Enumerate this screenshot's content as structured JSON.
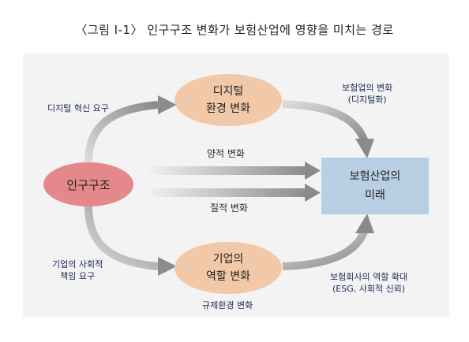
{
  "figure": {
    "title": "〈그림 Ⅰ-1〉 인구구조 변화가 보험산업에 영향을 미치는 경로"
  },
  "nodes": {
    "population": {
      "label": "인구구조",
      "color": "#e5888c"
    },
    "digital": {
      "line1": "디지털",
      "line2": "환경 변화",
      "color": "#f2c9a8"
    },
    "corporate": {
      "line1": "기업의",
      "line2": "역할 변화",
      "color": "#f2c9a8"
    },
    "future": {
      "line1": "보험산업의",
      "line2": "미래",
      "color": "#b8cfe4"
    }
  },
  "labels": {
    "digital_innovation": "디지털 혁신 요구",
    "quantitative": "양적 변화",
    "qualitative": "질적 변화",
    "csr_line1": "기업의 사회적",
    "csr_line2": "책임 요구",
    "regulation": "규제환경 변화",
    "ins_biz_line1": "보험업의 변화",
    "ins_biz_line2": "(디지털화)",
    "ins_co_line1": "보험회사의 역할 확대",
    "ins_co_line2": "(ESG, 사회적 신뢰)"
  }
}
